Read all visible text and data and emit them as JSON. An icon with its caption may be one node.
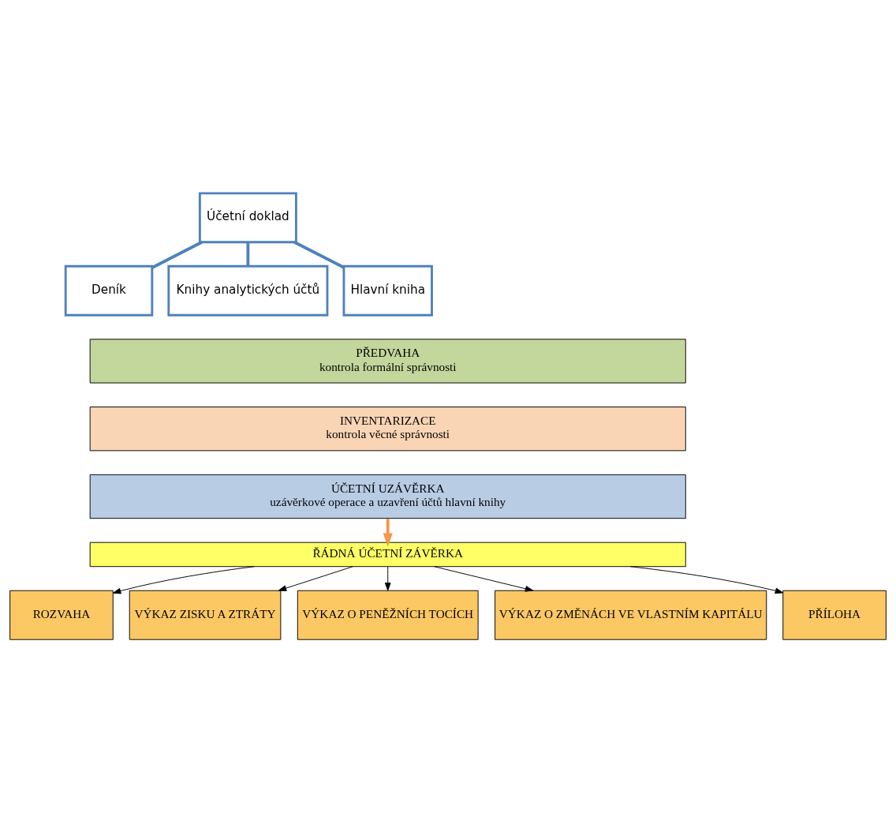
{
  "diagram": {
    "nodes": [
      {
        "text": [
          "Účetní doklad"
        ]
      },
      {
        "text": [
          "Deník"
        ]
      },
      {
        "text": [
          "Knihy analytických účtů"
        ]
      },
      {
        "text": [
          "Hlavní kniha"
        ]
      },
      {
        "text": [
          "PŘEDVAHA",
          "kontrola formální správnosti"
        ]
      },
      {
        "text": [
          "INVENTARIZACE",
          "kontrola věcné správnosti"
        ]
      },
      {
        "text": [
          "ÚČETNÍ UZÁVĚRKA",
          "uzávěrkové operace a uzavření účtů hlavní knihy"
        ]
      },
      {
        "text": [
          "ŘÁDNÁ ÚČETNÍ ZÁVĚRKA"
        ]
      },
      {
        "text": [
          "ROZVAHA"
        ]
      },
      {
        "text": [
          "VÝKAZ ZISKU A ZTRÁTY"
        ]
      },
      {
        "text": [
          "VÝKAZ O PENĚŽNÍCH TOCÍCH"
        ]
      },
      {
        "text": [
          "VÝKAZ O ZMĚNÁCH VE VLASTNÍM KAPITÁLU"
        ]
      },
      {
        "text": [
          "PŘÍLOHA"
        ]
      }
    ],
    "edges": [
      {
        "from": 0,
        "to": 1,
        "arrow": "none",
        "style": "thick",
        "color": "#4f81bd"
      },
      {
        "from": 0,
        "to": 2,
        "arrow": "none",
        "style": "thick",
        "color": "#4f81bd"
      },
      {
        "from": 0,
        "to": 3,
        "arrow": "none",
        "style": "thick",
        "color": "#4f81bd"
      },
      {
        "from": 6,
        "to": 7,
        "arrow": "to",
        "style": "thick",
        "color": "#f79646"
      },
      {
        "from": 7,
        "to": 8,
        "arrow": "to"
      },
      {
        "from": 7,
        "to": 9,
        "arrow": "to"
      },
      {
        "from": 7,
        "to": 10,
        "arrow": "to"
      },
      {
        "from": 7,
        "to": 11,
        "arrow": "to"
      },
      {
        "from": 7,
        "to": 12,
        "arrow": "to"
      }
    ]
  }
}
